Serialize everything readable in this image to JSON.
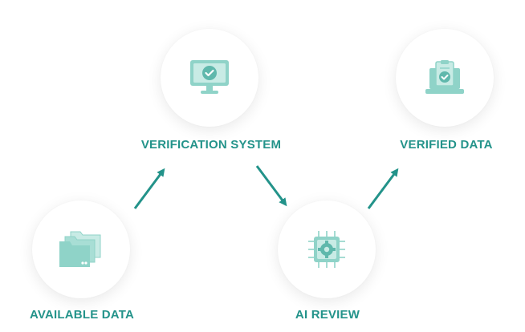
{
  "steps": [
    {
      "label": "AVAILABLE DATA",
      "icon": "folders-icon"
    },
    {
      "label": "VERIFICATION SYSTEM",
      "icon": "monitor-check-icon"
    },
    {
      "label": "AI REVIEW",
      "icon": "ai-chip-gear-icon"
    },
    {
      "label": "VERIFIED DATA",
      "icon": "laptop-clipboard-check-icon"
    }
  ],
  "colors": {
    "accent": "#23938a",
    "icon": "#8fd3c8",
    "icon_dark": "#5fb8ac"
  }
}
